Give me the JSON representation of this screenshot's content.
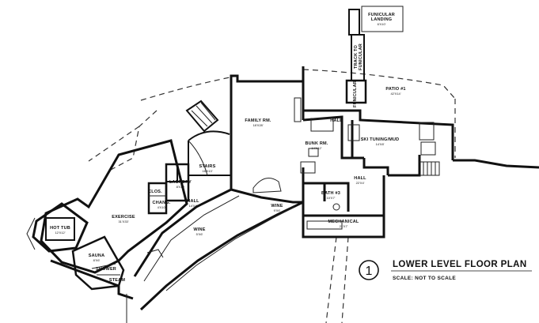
{
  "plan": {
    "title_number": "1",
    "title": "LOWER LEVEL FLOOR PLAN",
    "scale": "SCALE: NOT TO SCALE"
  },
  "rooms": [
    {
      "id": "funicular-landing",
      "label": "FUNICULAR\nLANDING",
      "dims": "6'X10'"
    },
    {
      "id": "track",
      "label": "TRACK TO\nFUNICULAR",
      "dims": ""
    },
    {
      "id": "funicular",
      "label": "FUNICULAR",
      "dims": ""
    },
    {
      "id": "patio-1",
      "label": "PATIO #1",
      "dims": "42'X14'"
    },
    {
      "id": "family-rm",
      "label": "FAMILY RM.",
      "dims": "18'X28'"
    },
    {
      "id": "bunk-rm",
      "label": "BUNK RM.",
      "dims": "14'X12'"
    },
    {
      "id": "hall-upper",
      "label": "HALL",
      "dims": ""
    },
    {
      "id": "ski-tuning",
      "label": "SKI TUNING/MUD",
      "dims": "14'X8'"
    },
    {
      "id": "stairs",
      "label": "STAIRS",
      "dims": "16'X13'"
    },
    {
      "id": "laundry",
      "label": "LAUNDRY",
      "dims": "8'X10'"
    },
    {
      "id": "closet",
      "label": "CLOS.",
      "dims": ""
    },
    {
      "id": "changing",
      "label": "CHANG.",
      "dims": "4'X10'"
    },
    {
      "id": "hall-mid",
      "label": "HALL",
      "dims": "14'X4'"
    },
    {
      "id": "hall-lower",
      "label": "HALL",
      "dims": "22'X4'"
    },
    {
      "id": "bath-3",
      "label": "BATH #3",
      "dims": "10'X7'"
    },
    {
      "id": "wine-upper",
      "label": "WINE",
      "dims": "9'X6'"
    },
    {
      "id": "wine-lower",
      "label": "WINE",
      "dims": "5'X6'"
    },
    {
      "id": "mechanical",
      "label": "MECHANICAL",
      "dims": "21'X7'"
    },
    {
      "id": "exercise",
      "label": "EXERCISE",
      "dims": "31'X33'"
    },
    {
      "id": "hot-tub",
      "label": "HOT TUB",
      "dims": "12'X12'"
    },
    {
      "id": "sauna",
      "label": "SAUNA",
      "dims": "8'X6'"
    },
    {
      "id": "shower",
      "label": "SHOWER",
      "dims": ""
    },
    {
      "id": "steam",
      "label": "STEAM",
      "dims": ""
    }
  ]
}
